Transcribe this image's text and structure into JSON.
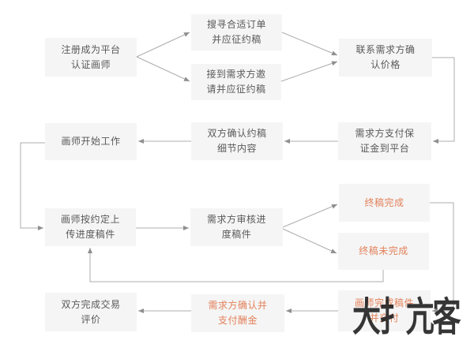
{
  "diagram": {
    "nodes": [
      {
        "id": "register",
        "label": "注册成为平台\n认证画师",
        "text_color": "default"
      },
      {
        "id": "search-orders",
        "label": "搜寻合适订单\n并应征约稿",
        "text_color": "default"
      },
      {
        "id": "receive-invite",
        "label": "接到需求方邀\n请并应征约稿",
        "text_color": "default"
      },
      {
        "id": "contact-price",
        "label": "联系需求方确\n认价格",
        "text_color": "default"
      },
      {
        "id": "pay-deposit",
        "label": "需求方支付保\n证金到平台",
        "text_color": "default"
      },
      {
        "id": "confirm-details",
        "label": "双方确认约稿\n细节内容",
        "text_color": "default"
      },
      {
        "id": "start-work",
        "label": "画师开始工作",
        "text_color": "default"
      },
      {
        "id": "upload-progress",
        "label": "画师按约定上\n传进度稿件",
        "text_color": "default"
      },
      {
        "id": "review-progress",
        "label": "需求方审核进\n度稿件",
        "text_color": "default"
      },
      {
        "id": "final-complete",
        "label": "终稿完成",
        "text_color": "accent"
      },
      {
        "id": "final-incomplete",
        "label": "终稿未完成",
        "text_color": "accent"
      },
      {
        "id": "deliver-final",
        "label": "画师完成稿件\n并交付",
        "text_color": "accent"
      },
      {
        "id": "confirm-payment",
        "label": "需求方确认并\n支付酬金",
        "text_color": "accent"
      },
      {
        "id": "complete-evaluation",
        "label": "双方完成交易\n评价",
        "text_color": "default"
      }
    ],
    "edges": [
      "register→search-orders",
      "register→receive-invite",
      "search-orders→contact-price",
      "receive-invite→contact-price",
      "contact-price→pay-deposit",
      "pay-deposit→confirm-details",
      "confirm-details→start-work",
      "start-work→upload-progress",
      "upload-progress→review-progress",
      "review-progress→final-complete",
      "review-progress→final-incomplete",
      "final-incomplete→upload-progress",
      "final-complete→deliver-final",
      "deliver-final→confirm-payment",
      "confirm-payment→complete-evaluation"
    ]
  },
  "watermark": {
    "text": "大扌亢客"
  },
  "colors": {
    "box_background": "#f5f5f5",
    "text_default": "#595959",
    "text_accent": "#e2815a",
    "connector_line": "#acacac",
    "arrowhead": "#8f8f8f",
    "watermark_text": "#1b1b1b",
    "page_background": "#ffffff"
  }
}
